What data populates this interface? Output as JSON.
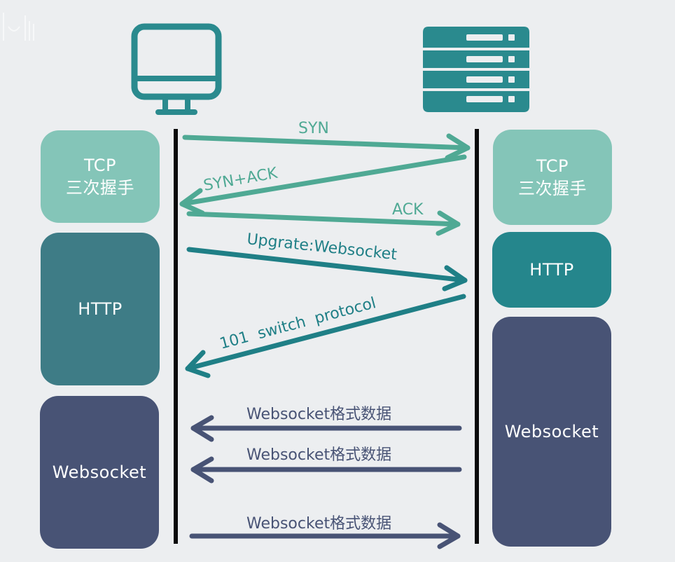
{
  "diagram": {
    "title": "",
    "colors": {
      "background": "#eceef0",
      "tcp": "#84c5b8",
      "http_client": "#3e7c86",
      "http_server": "#25868c",
      "websocket": "#485375",
      "handshake_arrow": "#4fa994",
      "http_arrow": "#1f7f86",
      "ws_arrow": "#485375",
      "icon": "#2a8a8e",
      "lifeline": "#0a0a0a"
    },
    "icons": {
      "client": "monitor-icon",
      "server": "server-icon"
    },
    "client": {
      "boxes": [
        {
          "line1": "TCP",
          "line2": "三次握手"
        },
        {
          "line1": "HTTP",
          "line2": ""
        },
        {
          "line1": "Websocket",
          "line2": ""
        }
      ]
    },
    "server": {
      "boxes": [
        {
          "line1": "TCP",
          "line2": "三次握手"
        },
        {
          "line1": "HTTP",
          "line2": ""
        },
        {
          "line1": "Websocket",
          "line2": ""
        }
      ]
    },
    "messages": [
      {
        "label": "SYN",
        "direction": "client-to-server",
        "phase": "tcp"
      },
      {
        "label": "SYN+ACK",
        "direction": "server-to-client",
        "phase": "tcp"
      },
      {
        "label": "ACK",
        "direction": "client-to-server",
        "phase": "tcp"
      },
      {
        "label": "Upgrate:Websocket",
        "direction": "client-to-server",
        "phase": "http"
      },
      {
        "label": "101  switch  protocol",
        "direction": "server-to-client",
        "phase": "http"
      },
      {
        "label": "Websocket格式数据",
        "direction": "server-to-client",
        "phase": "websocket"
      },
      {
        "label": "Websocket格式数据",
        "direction": "server-to-client",
        "phase": "websocket"
      },
      {
        "label": "Websocket格式数据",
        "direction": "client-to-server",
        "phase": "websocket"
      }
    ]
  }
}
